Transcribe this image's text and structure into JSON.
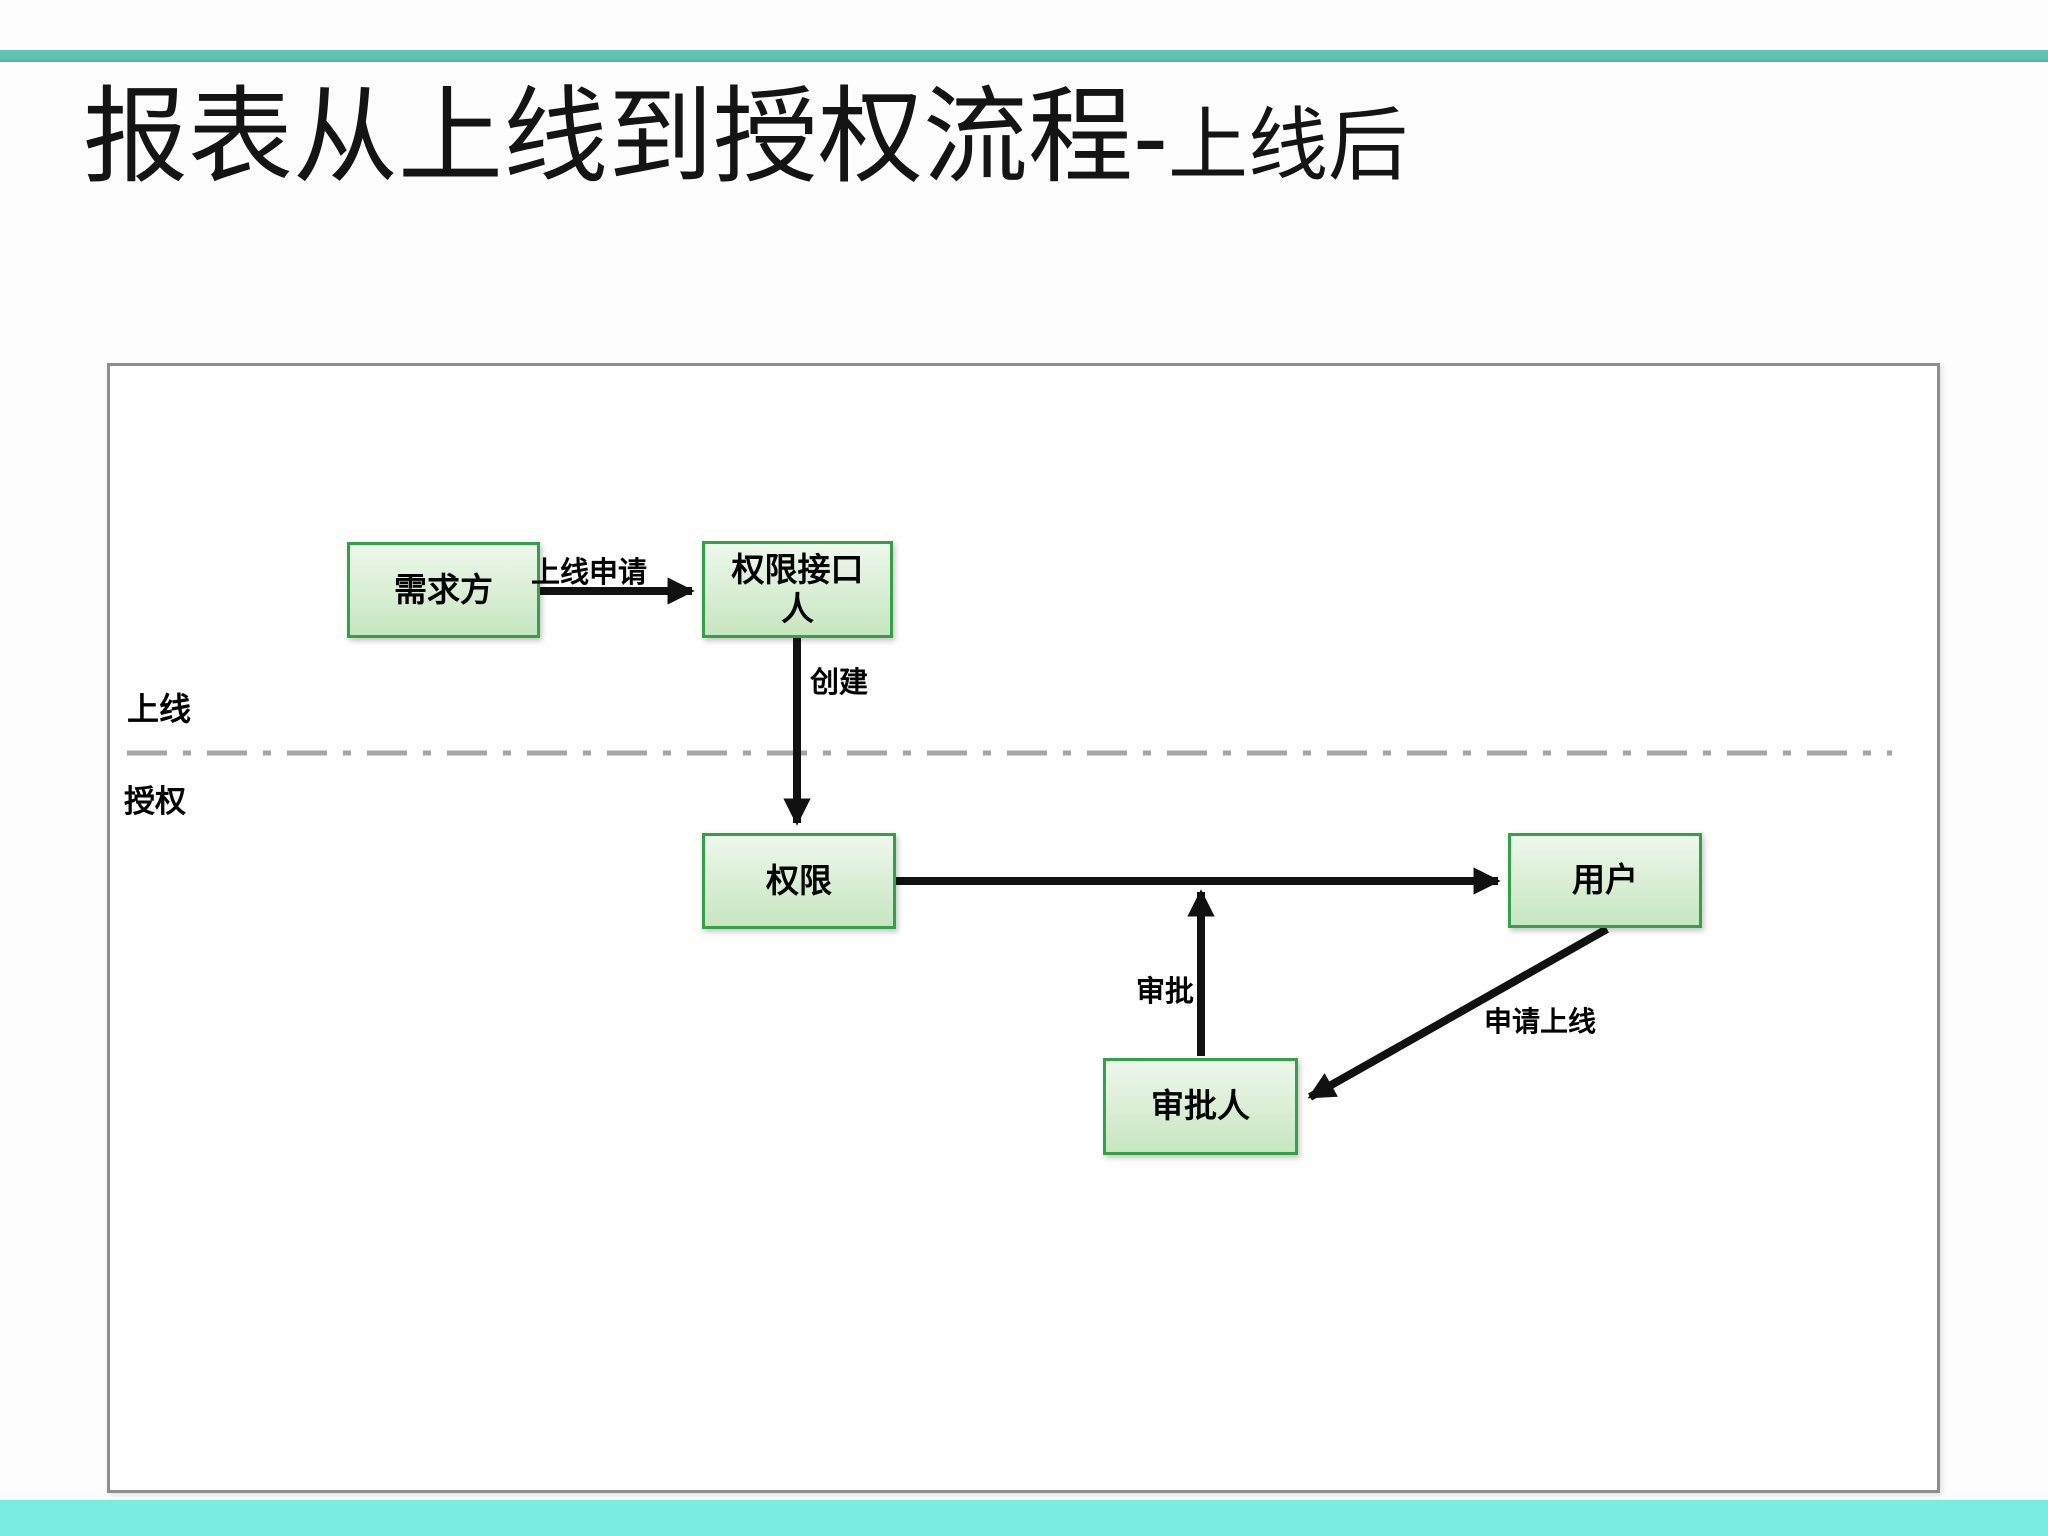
{
  "slide": {
    "title": {
      "main": "报表从上线到授权流程-",
      "suffix": "上线后"
    },
    "colors": {
      "top_bar": "#5fc2b1",
      "bottom_bar": "#7aece1",
      "node_border": "#35a04a",
      "node_fill_top": "#eef8ec",
      "node_fill_bottom": "#c6e6c0",
      "arrow": "#111111",
      "divider": "#a6a6a6",
      "frame_border": "#8e8e8e"
    }
  },
  "diagram": {
    "lanes": {
      "top_label": "上线",
      "bottom_label": "授权"
    },
    "nodes": {
      "demand": {
        "line1": "需求方"
      },
      "interface": {
        "line1": "权限接口",
        "line2": "人"
      },
      "permission": {
        "line1": "权限"
      },
      "user": {
        "line1": "用户"
      },
      "approver": {
        "line1": "审批人"
      }
    },
    "edge_labels": {
      "online_apply": "上线申请",
      "create": "创建",
      "approve": "审批",
      "apply_online": "申请上线"
    }
  }
}
